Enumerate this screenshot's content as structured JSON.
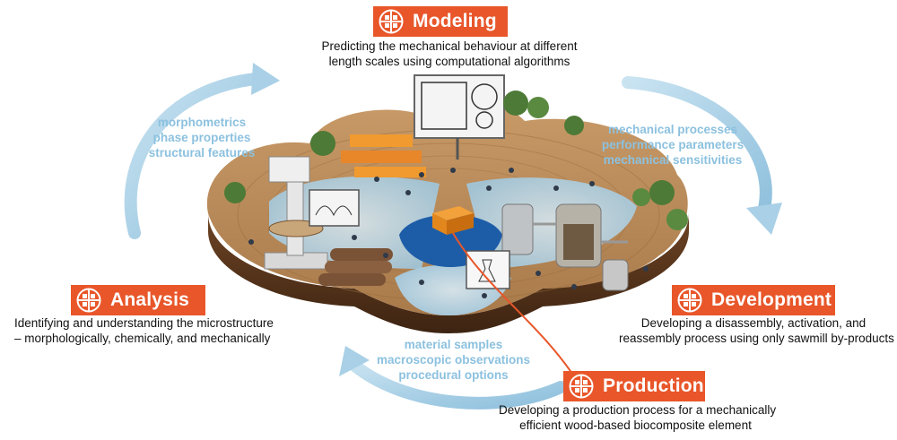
{
  "stages": {
    "modeling": {
      "title": "Modeling",
      "lines": [
        "Predicting the mechanical behaviour at different",
        "length scales using computational algorithms"
      ]
    },
    "analysis": {
      "title": "Analysis",
      "lines": [
        "Identifying and understanding the microstructure",
        "– morphologically, chemically, and mechanically"
      ]
    },
    "development": {
      "title": "Development",
      "lines": [
        "Developing a disassembly, activation, and",
        "reassembly process using only sawmill by-products"
      ]
    },
    "production": {
      "title": "Production",
      "lines": [
        "Developing a production process for a mechanically",
        "efficient wood-based biocomposite element"
      ]
    }
  },
  "loops": {
    "left": [
      "morphometrics",
      "phase properties",
      "structural features"
    ],
    "right": [
      "mechanical processes",
      "performance parameters",
      "mechanical sensitivities"
    ],
    "bottom": [
      "material samples",
      "macroscopic observations",
      "procedural options"
    ]
  },
  "colors": {
    "badge": "#e8562a",
    "loop_text": "#8cc1df",
    "arrow": "#a9d0e6",
    "wood": "#b08050",
    "water": "#cfe5f2",
    "center": "#1d5da8"
  },
  "icons": {
    "badge": "cross-section-icon"
  }
}
